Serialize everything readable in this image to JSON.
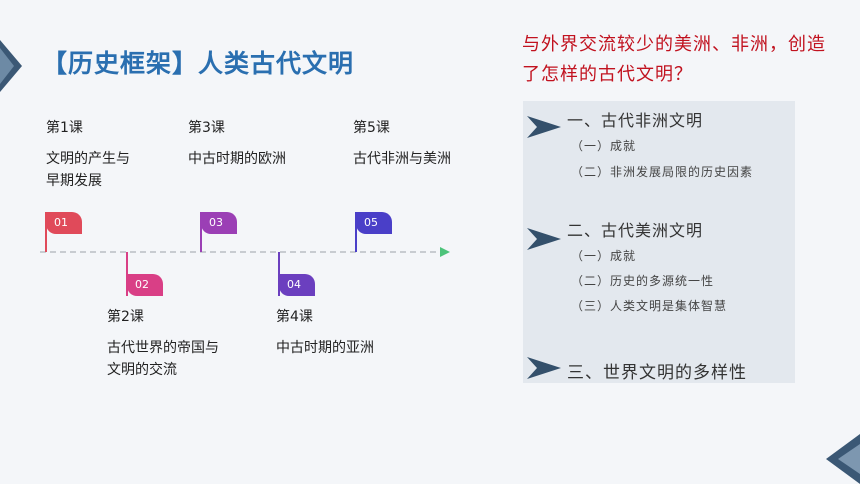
{
  "title": "【历史框架】人类古代文明",
  "question": "与外界交流较少的美洲、非洲，创造了怎样的古代文明？",
  "timeline": {
    "lessons": [
      {
        "num": "第1课",
        "name": "文明的产生与早期发展",
        "badge": "01",
        "color": "#e04a5a"
      },
      {
        "num": "第2课",
        "name": "古代世界的帝国与文明的交流",
        "badge": "02",
        "color": "#d93f86"
      },
      {
        "num": "第3课",
        "name": "中古时期的欧洲",
        "badge": "03",
        "color": "#9b3fb5"
      },
      {
        "num": "第4课",
        "name": "中古时期的亚洲",
        "badge": "04",
        "color": "#6b3fbf"
      },
      {
        "num": "第5课",
        "name": "古代非洲与美洲",
        "badge": "05",
        "color": "#4a3fc8"
      }
    ]
  },
  "outline": {
    "sections": [
      {
        "title": "一、古代非洲文明",
        "items": [
          "（一）成就",
          "（二）非洲发展局限的历史因素"
        ]
      },
      {
        "title": "二、古代美洲文明",
        "items": [
          "（一）成就",
          "（二）历史的多源统一性",
          "（三）人类文明是集体智慧"
        ]
      },
      {
        "title": "三、世界文明的多样性",
        "items": []
      }
    ]
  },
  "colors": {
    "title": "#2a6fb0",
    "question": "#c1121f",
    "arrow": "#34506b",
    "timeline_arrow": "#4cc37a"
  }
}
